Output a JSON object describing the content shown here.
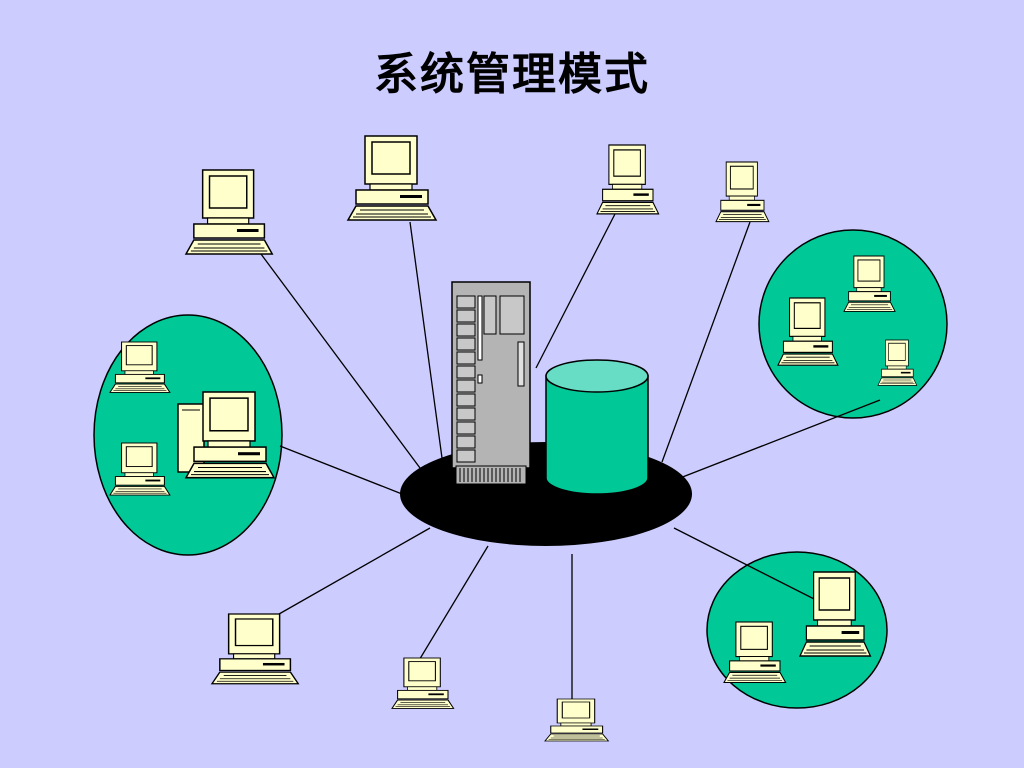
{
  "slide": {
    "title": "系统管理模式"
  },
  "colors": {
    "background": "#ccccff",
    "lan_group_fill": "#00c896",
    "network_ring": "#000000",
    "database_fill": "#00c896",
    "database_top": "#66ddc4",
    "monitor_fill": "#ffffcc",
    "server_fill": "#b4b4b4"
  },
  "diagram": {
    "center": {
      "network": "network-ring",
      "server": "server-tower-icon",
      "database": "database-cylinder-icon"
    },
    "nodes": [
      {
        "name": "workstation-top-left",
        "icon": "computer-icon"
      },
      {
        "name": "workstation-top-center",
        "icon": "computer-icon"
      },
      {
        "name": "workstation-top-right-1",
        "icon": "computer-icon"
      },
      {
        "name": "workstation-top-right-2",
        "icon": "computer-icon"
      },
      {
        "name": "lan-group-left",
        "icon": "computer-cluster"
      },
      {
        "name": "lan-group-right",
        "icon": "computer-cluster"
      },
      {
        "name": "lan-group-bottom-right",
        "icon": "computer-cluster"
      },
      {
        "name": "workstation-bottom-left",
        "icon": "computer-icon"
      },
      {
        "name": "workstation-bottom-center-left",
        "icon": "computer-icon"
      },
      {
        "name": "workstation-bottom-center",
        "icon": "computer-icon"
      }
    ]
  }
}
